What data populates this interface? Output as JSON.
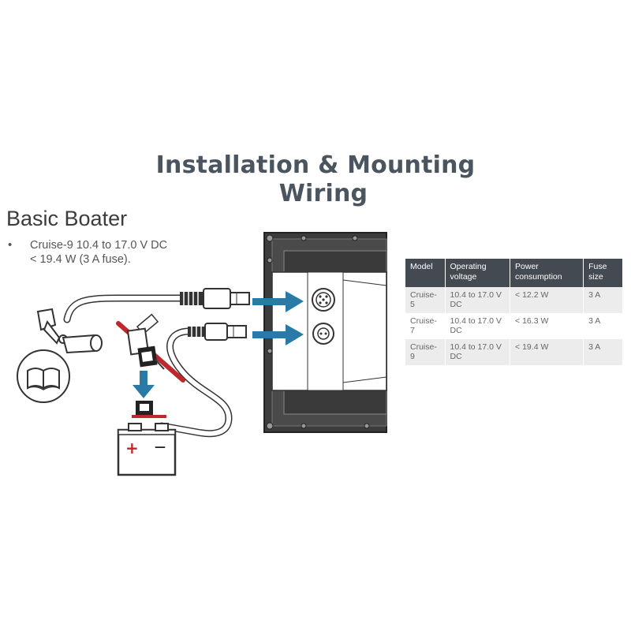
{
  "title": {
    "line1": "Installation & Mounting",
    "line2": "Wiring"
  },
  "section": {
    "heading": "Basic Boater",
    "bullet_marker": "•",
    "bullet_text": "Cruise-9 10.4 to 17.0 V DC < 19.4 W (3 A fuse)."
  },
  "diagram": {
    "battery_plus": "+",
    "battery_minus": "—",
    "colors": {
      "arrow": "#2a7aa8",
      "wire_red": "#c0272d",
      "outline": "#333333",
      "panel_dark": "#3c3c3c"
    },
    "icons": [
      "book-icon",
      "transducer-icon",
      "fuse-holder-icon",
      "battery-icon",
      "display-unit-icon",
      "arrow-right-icon",
      "arrow-down-icon"
    ]
  },
  "table": {
    "headers": [
      "Model",
      "Operating voltage",
      "Power consumption",
      "Fuse size"
    ],
    "rows": [
      [
        "Cruise-5",
        "10.4 to 17.0 V DC",
        "< 12.2 W",
        "3 A"
      ],
      [
        "Cruise-7",
        "10.4 to 17.0 V DC",
        "< 16.3 W",
        "3 A"
      ],
      [
        "Cruise-9",
        "10.4 to 17.0 V DC",
        "< 19.4 W",
        "3 A"
      ]
    ]
  }
}
